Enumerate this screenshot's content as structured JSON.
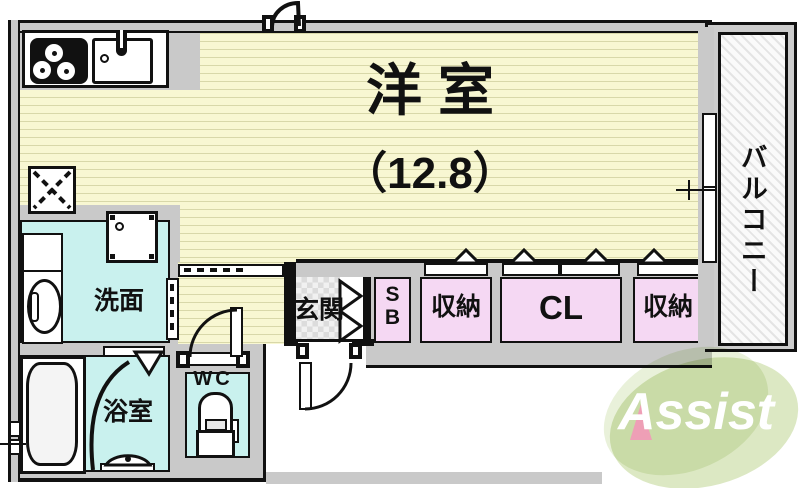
{
  "rooms": {
    "main": {
      "label": "洋室",
      "area": "（12.8）"
    },
    "balcony": {
      "label": "バルコニー"
    },
    "washroom": {
      "label": "洗面"
    },
    "bathroom": {
      "label": "浴室"
    },
    "wc": {
      "label": "WC"
    },
    "entrance": {
      "label": "玄関"
    },
    "shoe_box": {
      "label": "SB"
    },
    "storage_left": {
      "label": "収納"
    },
    "closet": {
      "label": "CL"
    },
    "storage_right": {
      "label": "収納"
    }
  },
  "logo": {
    "text": "Assist"
  },
  "colors": {
    "floor_yellow": "#f8f7d2",
    "wet_area_cyan": "#c9f1ee",
    "closet_pink": "#f5d8f3",
    "wall_gray": "#c9c9c9",
    "line_black": "#111111",
    "logo_green": "#dce8c3",
    "logo_accent_pink": "#ee9fb6"
  }
}
